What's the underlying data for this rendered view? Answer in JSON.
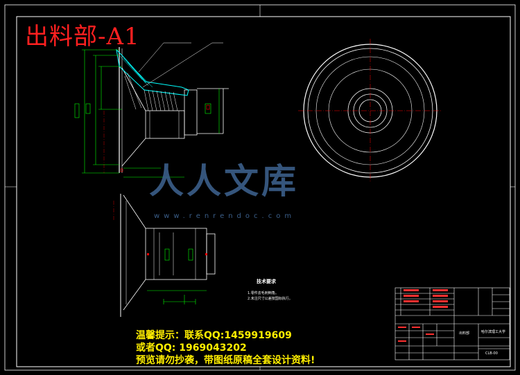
{
  "drawing": {
    "stamp_title": "出料部-A1",
    "tech_requirements_title": "技术要求",
    "tech_lines": [
      "1.零件去毛刺倒角。",
      "2.未注尺寸公差按国标执行。"
    ]
  },
  "notice": {
    "line1": "温馨提示：联系QQ:1459919609",
    "line2": "或者QQ: 1969043202",
    "line3": "预览请勿抄袭，带图纸原稿全套设计资料!"
  },
  "watermark": {
    "logo_text": "人人文库",
    "site_text": "www.renrendoc.com"
  },
  "title_block": {
    "drawing_number": "CLB-00",
    "school": "哈尔滨理工大学",
    "part_name": "出料部"
  },
  "colors": {
    "background": "#000000",
    "outline": "#ffffff",
    "dimension": "#00ff00",
    "section": "#00ffff",
    "center_line": "#ff0000",
    "notice": "#ffee00"
  }
}
